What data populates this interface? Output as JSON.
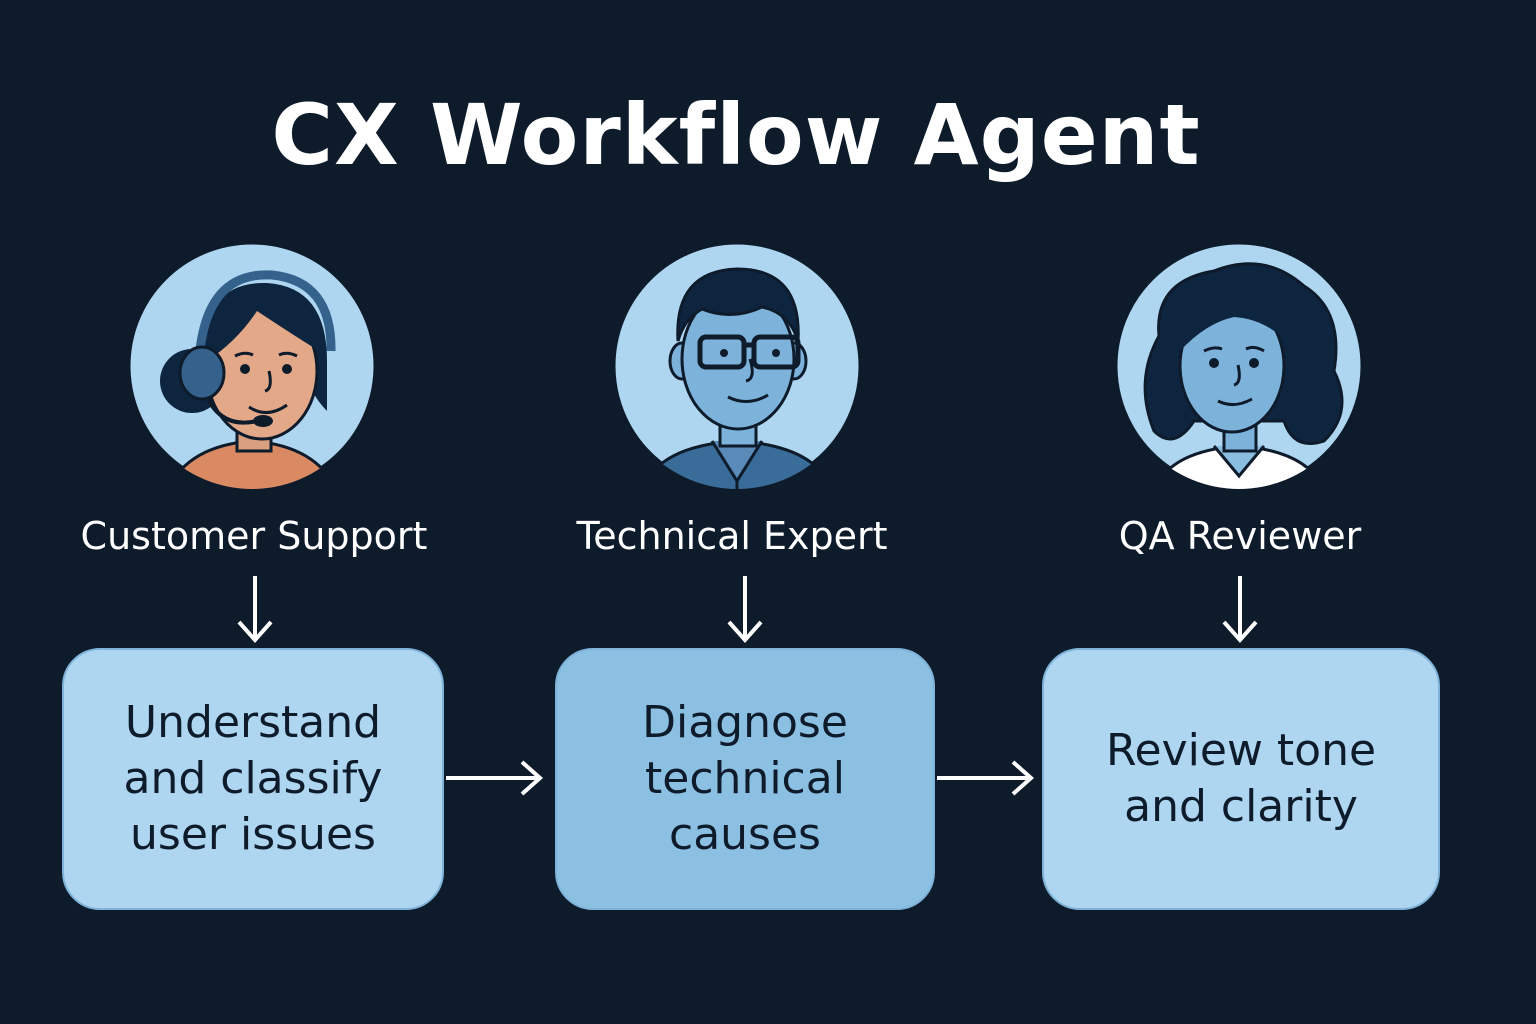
{
  "title": "CX Workflow Agent",
  "roles": [
    {
      "label": "Customer Support",
      "avatar_icon": "support-agent-headset-icon"
    },
    {
      "label": "Technical Expert",
      "avatar_icon": "technical-expert-glasses-icon"
    },
    {
      "label": "QA Reviewer",
      "avatar_icon": "qa-reviewer-icon"
    }
  ],
  "stages": [
    {
      "text": "Understand and classify user issues"
    },
    {
      "text": "Diagnose technical causes"
    },
    {
      "text": "Review tone and clarity"
    }
  ],
  "colors": {
    "background": "#0e1b2b",
    "box": "#aed6f1",
    "box_active": "#8cc0e2",
    "avatar_circle": "#aed6f1",
    "text_light": "#ffffff",
    "text_dark": "#0e1b2b"
  }
}
